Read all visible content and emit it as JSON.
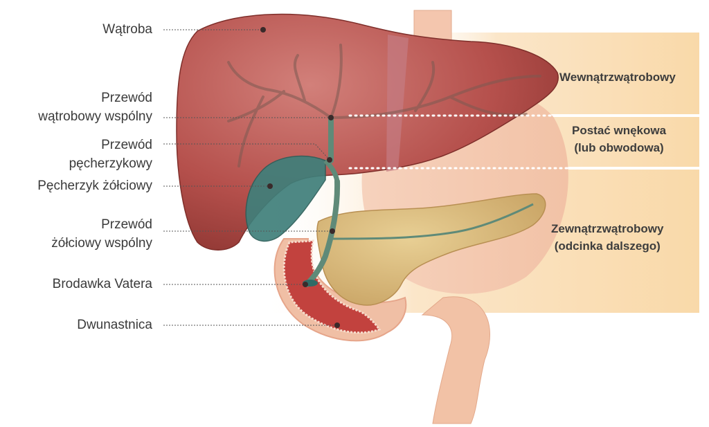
{
  "labels": {
    "liver": "Wątroba",
    "common_hepatic_duct": [
      "Przewód",
      "wątrobowy wspólny"
    ],
    "cystic_duct": [
      "Przewód",
      "pęcherzykowy"
    ],
    "gallbladder": "Pęcherzyk żółciowy",
    "common_bile_duct": [
      "Przewód",
      "żółciowy wspólny"
    ],
    "ampulla_of_vater": "Brodawka Vatera",
    "duodenum": "Dwunastnica"
  },
  "regions": {
    "intrahepatic": "Wewnątrzwątrobowy",
    "perihilar": [
      "Postać wnękowa",
      "(lub obwodowa)"
    ],
    "extrahepatic": [
      "Zewnątrzwątrobowy",
      "(odcinka dalszego)"
    ]
  },
  "colors": {
    "band": "#fbe3c2",
    "liver": "#b5504c",
    "liver_dark": "#8e3632",
    "gallbladder": "#3f7f7a",
    "ducts": "#5f8a78",
    "pancreas": "#d9b97a",
    "duodenum": "#f3c7ae",
    "duodenum_inner": "#c2423e",
    "leader": "#555555"
  }
}
